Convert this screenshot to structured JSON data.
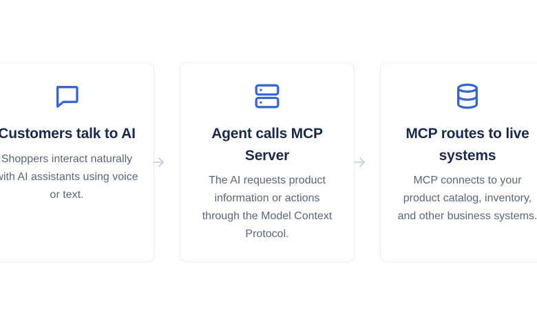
{
  "colors": {
    "accent": "#3565d6",
    "title": "#1c2a47",
    "body_text": "#5c6678",
    "arrow": "#c4cad6",
    "card_border": "#eceef2"
  },
  "steps": [
    {
      "icon": "message-square-icon",
      "title": "Customers talk to AI",
      "text": "Shoppers interact naturally with AI assistants using voice or text."
    },
    {
      "icon": "server-icon",
      "title": "Agent calls MCP Server",
      "text": "The AI requests product information or actions through the Model Context Protocol."
    },
    {
      "icon": "database-icon",
      "title": "MCP routes to live systems",
      "text": "MCP connects to your product catalog, inventory, and other business systems."
    }
  ],
  "connectors": [
    {
      "icon": "arrow-right-icon"
    },
    {
      "icon": "arrow-right-icon"
    }
  ]
}
